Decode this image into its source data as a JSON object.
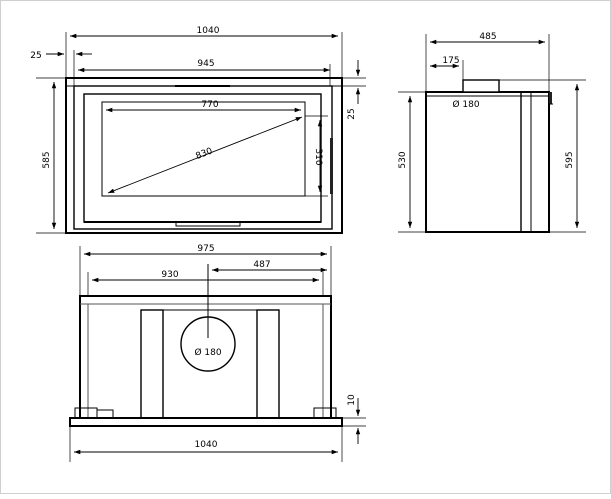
{
  "front_view": {
    "dim_overall_width": "1040",
    "dim_side_offset": "25",
    "dim_inner_width": "945",
    "dim_glass_width": "770",
    "dim_glass_diagonal": "830",
    "dim_glass_height": "310",
    "dim_overall_height": "585",
    "dim_top_offset": "25"
  },
  "side_view": {
    "dim_depth": "485",
    "dim_flue_offset": "175",
    "dim_flue_diameter": "Ø 180",
    "dim_body_height": "530",
    "dim_overall_height": "595"
  },
  "top_view": {
    "dim_width_975": "975",
    "dim_width_930": "930",
    "dim_center_offset": "487",
    "dim_flue_diameter": "Ø 180",
    "dim_base_height": "10",
    "dim_overall_width": "1040"
  }
}
